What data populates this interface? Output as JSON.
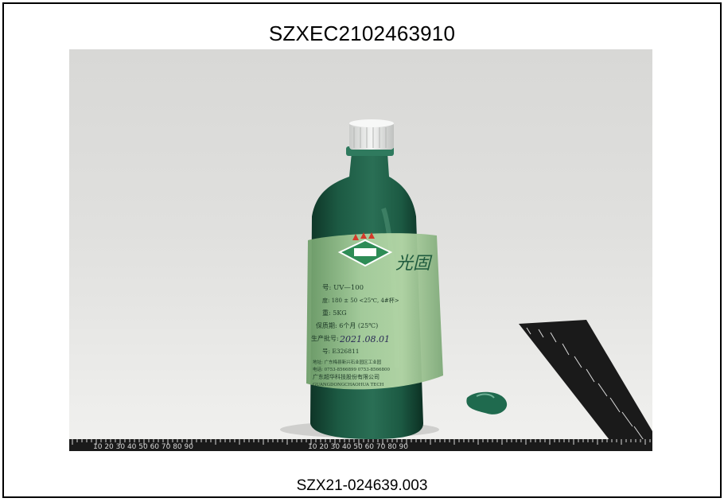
{
  "report": {
    "report_number": "SZXEC2102463910",
    "sample_number": "SZX21-024639.003"
  },
  "photo": {
    "bottle_label": {
      "brand": "光固",
      "model_line": "号:  UV—100",
      "viscosity_line": "度:  180 ± 50 <25℃, 4#杯>",
      "weight_line": "重:  5KG",
      "shelf_line": "保质期:  6个月 (25℃)",
      "batch_label_line": "生产批号:",
      "batch_date": "2021.08.01",
      "item_line": "号:  E326811",
      "address_line": "地址: 广东梅县新兴石业园区工业园",
      "phone_line": "电话: 0753-8566899 0753-8566800",
      "company_line": "广东超华科技股份有限公司",
      "company_en": "GUANGDONGCHAOHUA TECH"
    },
    "ruler_scale": "10 20 30 40 50 60 70 80 90",
    "colors": {
      "liquid": "#1e5d46",
      "label_green": "#9cc48f",
      "ruler": "#1a1a1a"
    }
  }
}
